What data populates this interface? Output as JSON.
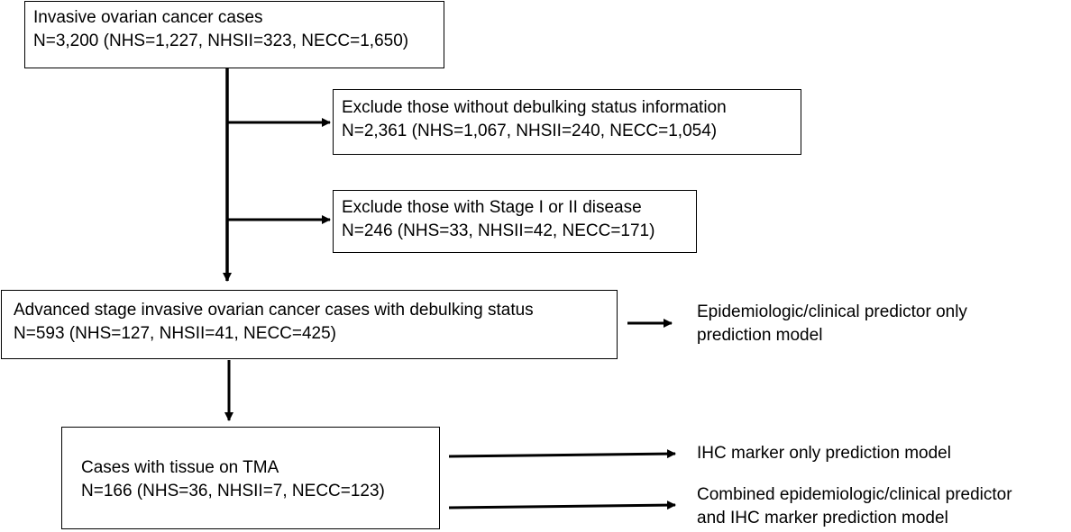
{
  "boxes": {
    "total": {
      "title": "Invasive ovarian cancer cases",
      "counts": "N=3,200 (NHS=1,227, NHSII=323, NECC=1,650)"
    },
    "exclude_debulking": {
      "title": "Exclude those without debulking status information",
      "counts": "N=2,361 (NHS=1,067, NHSII=240, NECC=1,054)"
    },
    "exclude_stage": {
      "title": "Exclude those with Stage I or II disease",
      "counts": "N=246 (NHS=33, NHSII=42, NECC=171)"
    },
    "advanced": {
      "title": "Advanced stage invasive ovarian cancer cases with debulking status",
      "counts": "N=593 (NHS=127, NHSII=41, NECC=425)"
    },
    "tma": {
      "title": "Cases with tissue on TMA",
      "counts": "N=166 (NHS=36, NHSII=7, NECC=123)"
    }
  },
  "outcomes": {
    "epi_model": {
      "line1": "Epidemiologic/clinical predictor only",
      "line2": "prediction model"
    },
    "ihc_model": {
      "line1": "IHC marker only prediction model"
    },
    "combined_model": {
      "line1": "Combined epidemiologic/clinical predictor",
      "line2": "and IHC marker prediction model"
    }
  }
}
